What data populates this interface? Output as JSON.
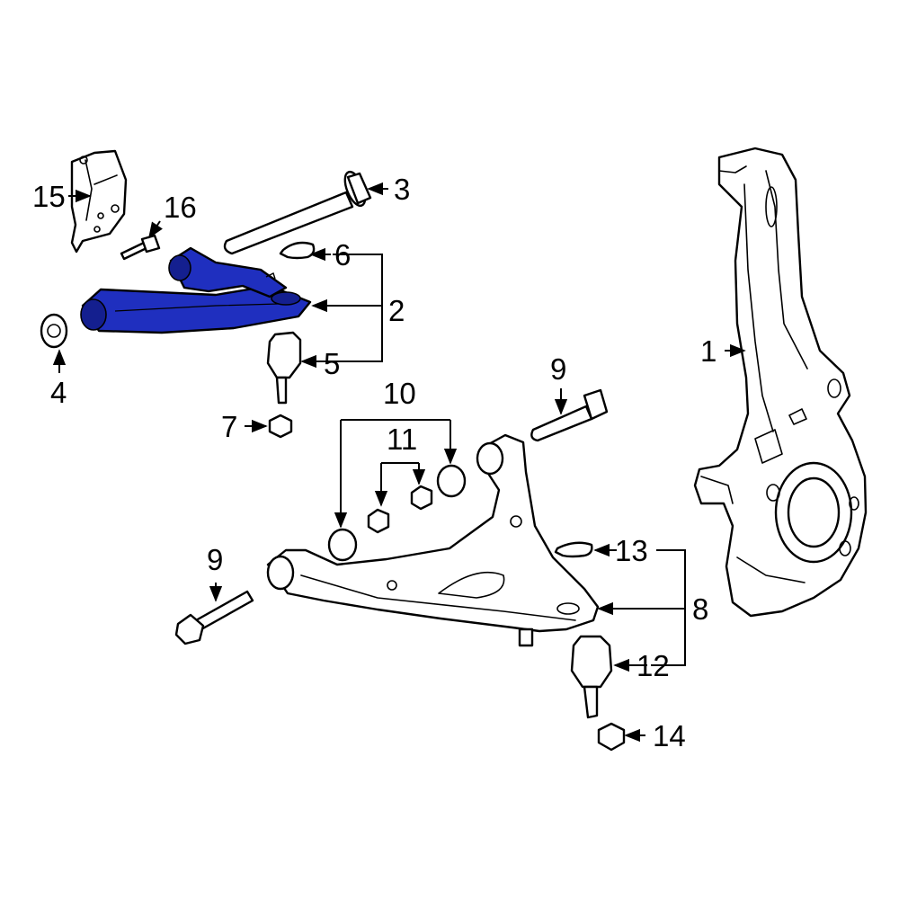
{
  "diagram": {
    "highlight_color": "#1f2fbf",
    "callouts": {
      "c1": "1",
      "c2": "2",
      "c3": "3",
      "c4": "4",
      "c5": "5",
      "c6": "6",
      "c7": "7",
      "c8": "8",
      "c9a": "9",
      "c9b": "9",
      "c10": "10",
      "c11": "11",
      "c12": "12",
      "c13": "13",
      "c14": "14",
      "c15": "15",
      "c16": "16"
    }
  }
}
